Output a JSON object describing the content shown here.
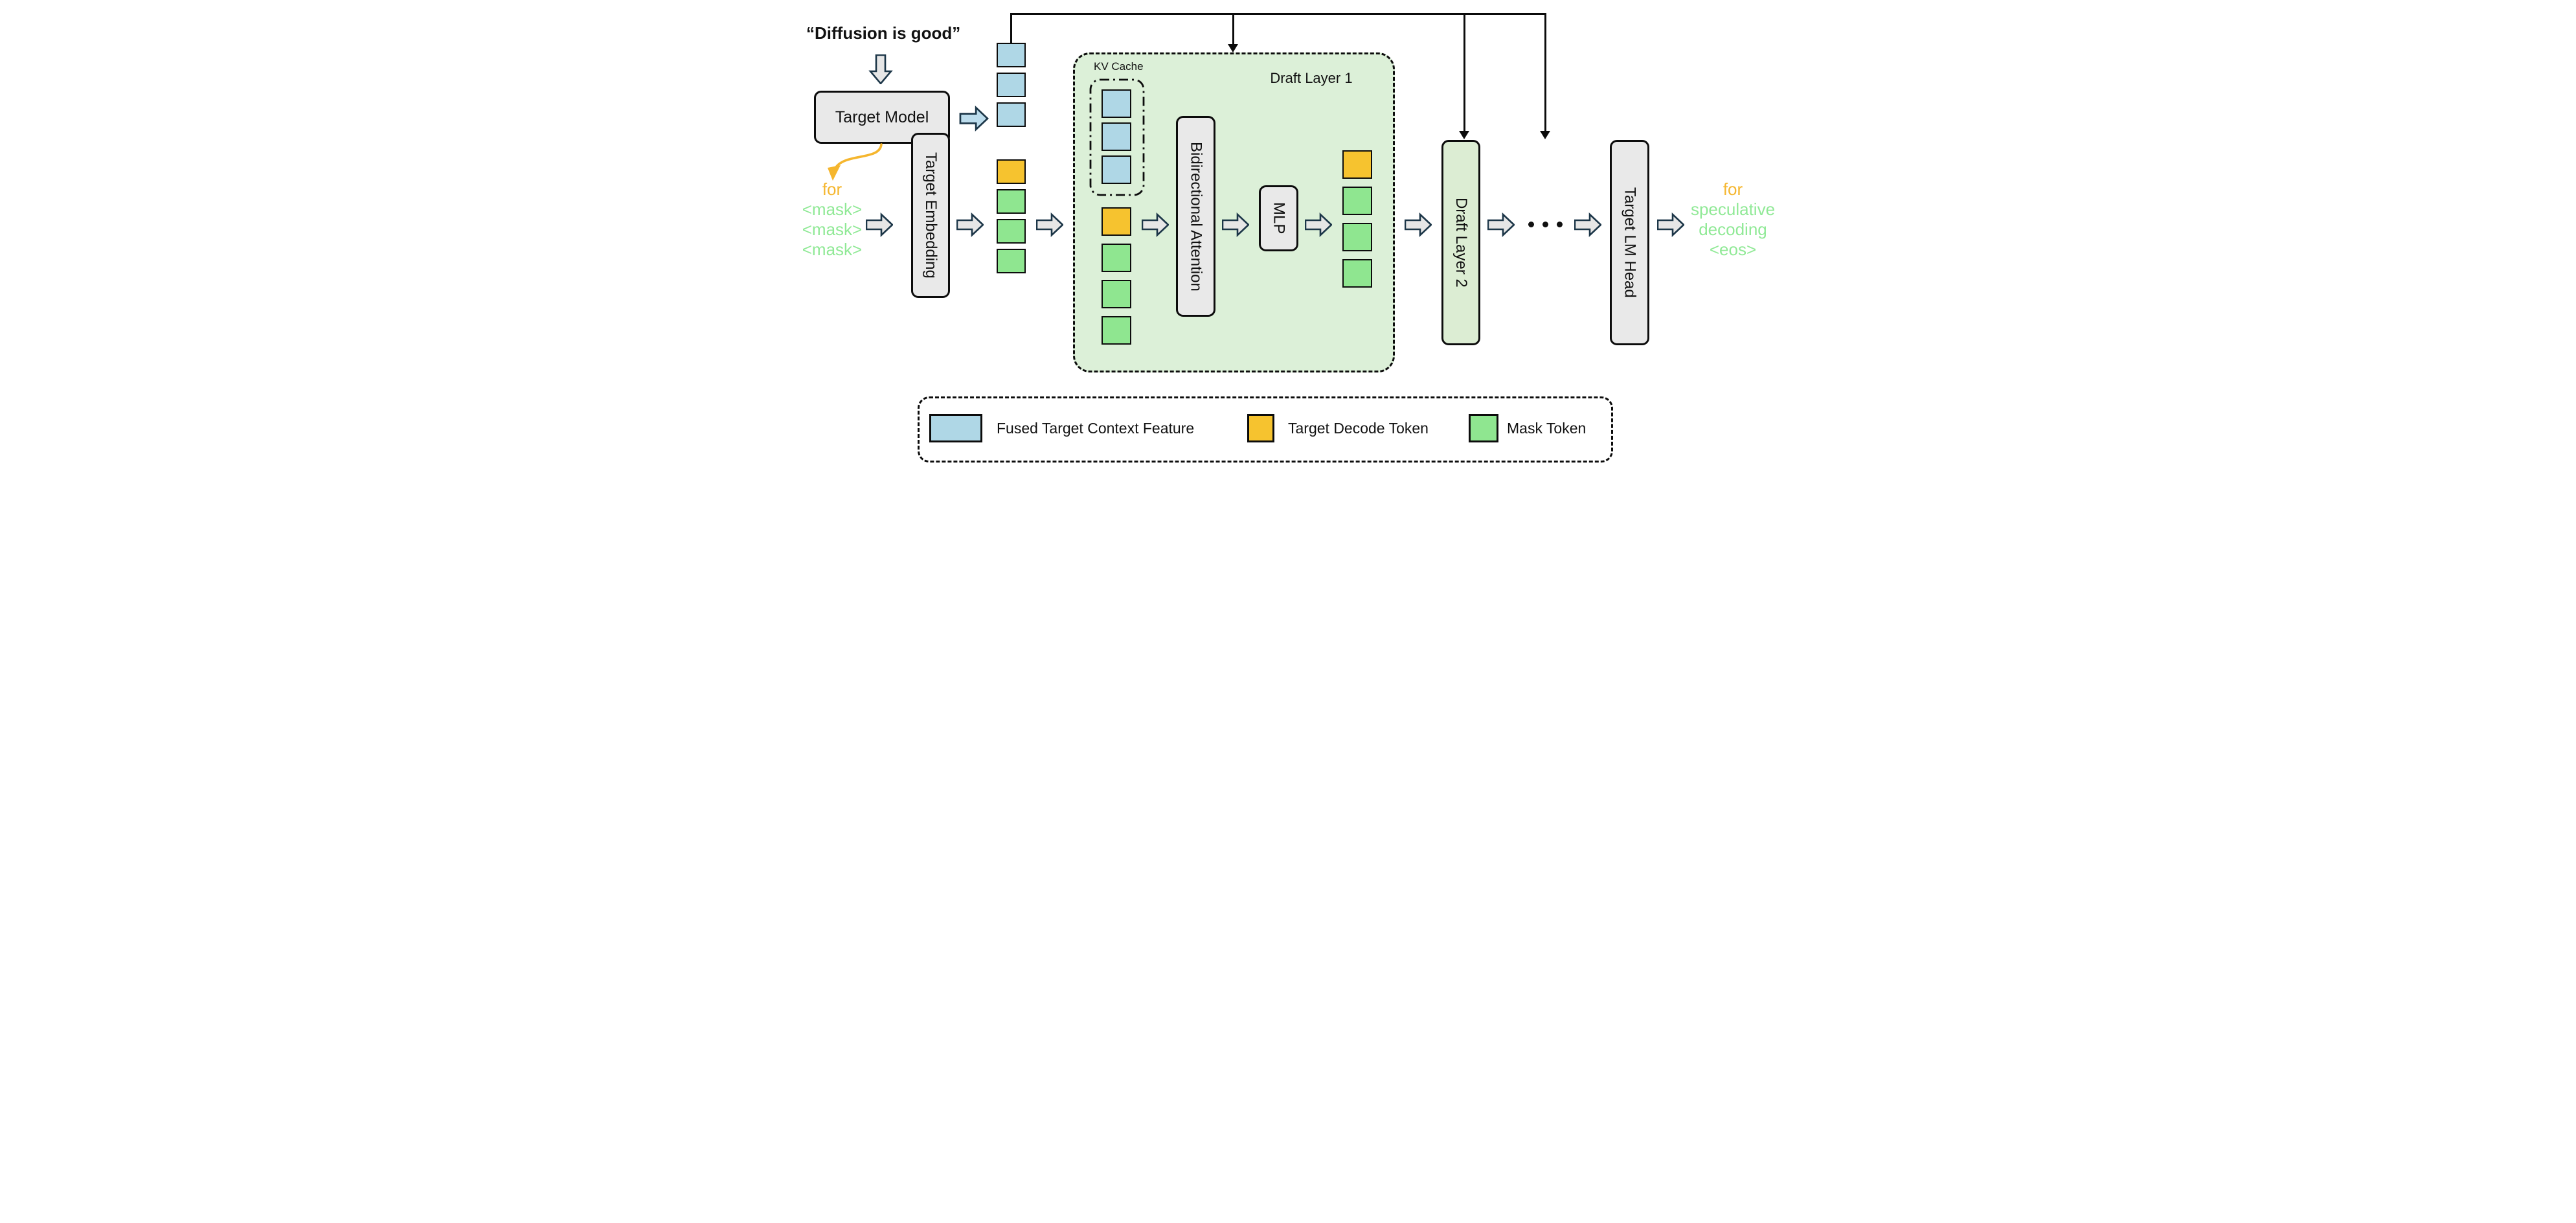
{
  "colors": {
    "blue": "#AFD7E6",
    "orange": "#F6C32F",
    "green": "#8FE690",
    "draft_bg": "#DCF0D8",
    "draft2_bg": "#DCEDD3",
    "gray_box": "#E9E9E9",
    "arrow_fill": "#E6E6E6",
    "arrow_stroke": "#1C3648",
    "blue_arrow_fill": "#BCDCEC",
    "yellow_text": "#F5B62E",
    "green_text": "#90E996"
  },
  "prompt": "“Diffusion is good”",
  "nodes": {
    "target_model": "Target Model",
    "target_embedding": "Target Embedding",
    "draft_layer_1": "Draft Layer 1",
    "kv_cache": "KV Cache",
    "bidirectional_attention": "Bidirectional Attention",
    "mlp": "MLP",
    "draft_layer_2": "Draft Layer 2",
    "target_lm_head": "Target LM Head"
  },
  "input_text": {
    "first": "for",
    "masks": [
      "<mask>",
      "<mask>",
      "<mask>"
    ]
  },
  "output_text": {
    "first": "for",
    "lines": [
      "speculative",
      "decoding",
      "<eos>"
    ]
  },
  "token_columns": {
    "embedded": [
      "blue",
      "blue",
      "blue",
      "orange",
      "green",
      "green",
      "green"
    ],
    "kv_cache": [
      "blue",
      "blue",
      "blue"
    ],
    "draft_input": [
      "orange",
      "green",
      "green",
      "green"
    ],
    "draft_output": [
      "orange",
      "green",
      "green",
      "green"
    ]
  },
  "legend": {
    "items": [
      {
        "color_key": "blue",
        "label": "Fused Target Context Feature"
      },
      {
        "color_key": "orange",
        "label": "Target Decode Token"
      },
      {
        "color_key": "green",
        "label": "Mask Token"
      }
    ]
  }
}
